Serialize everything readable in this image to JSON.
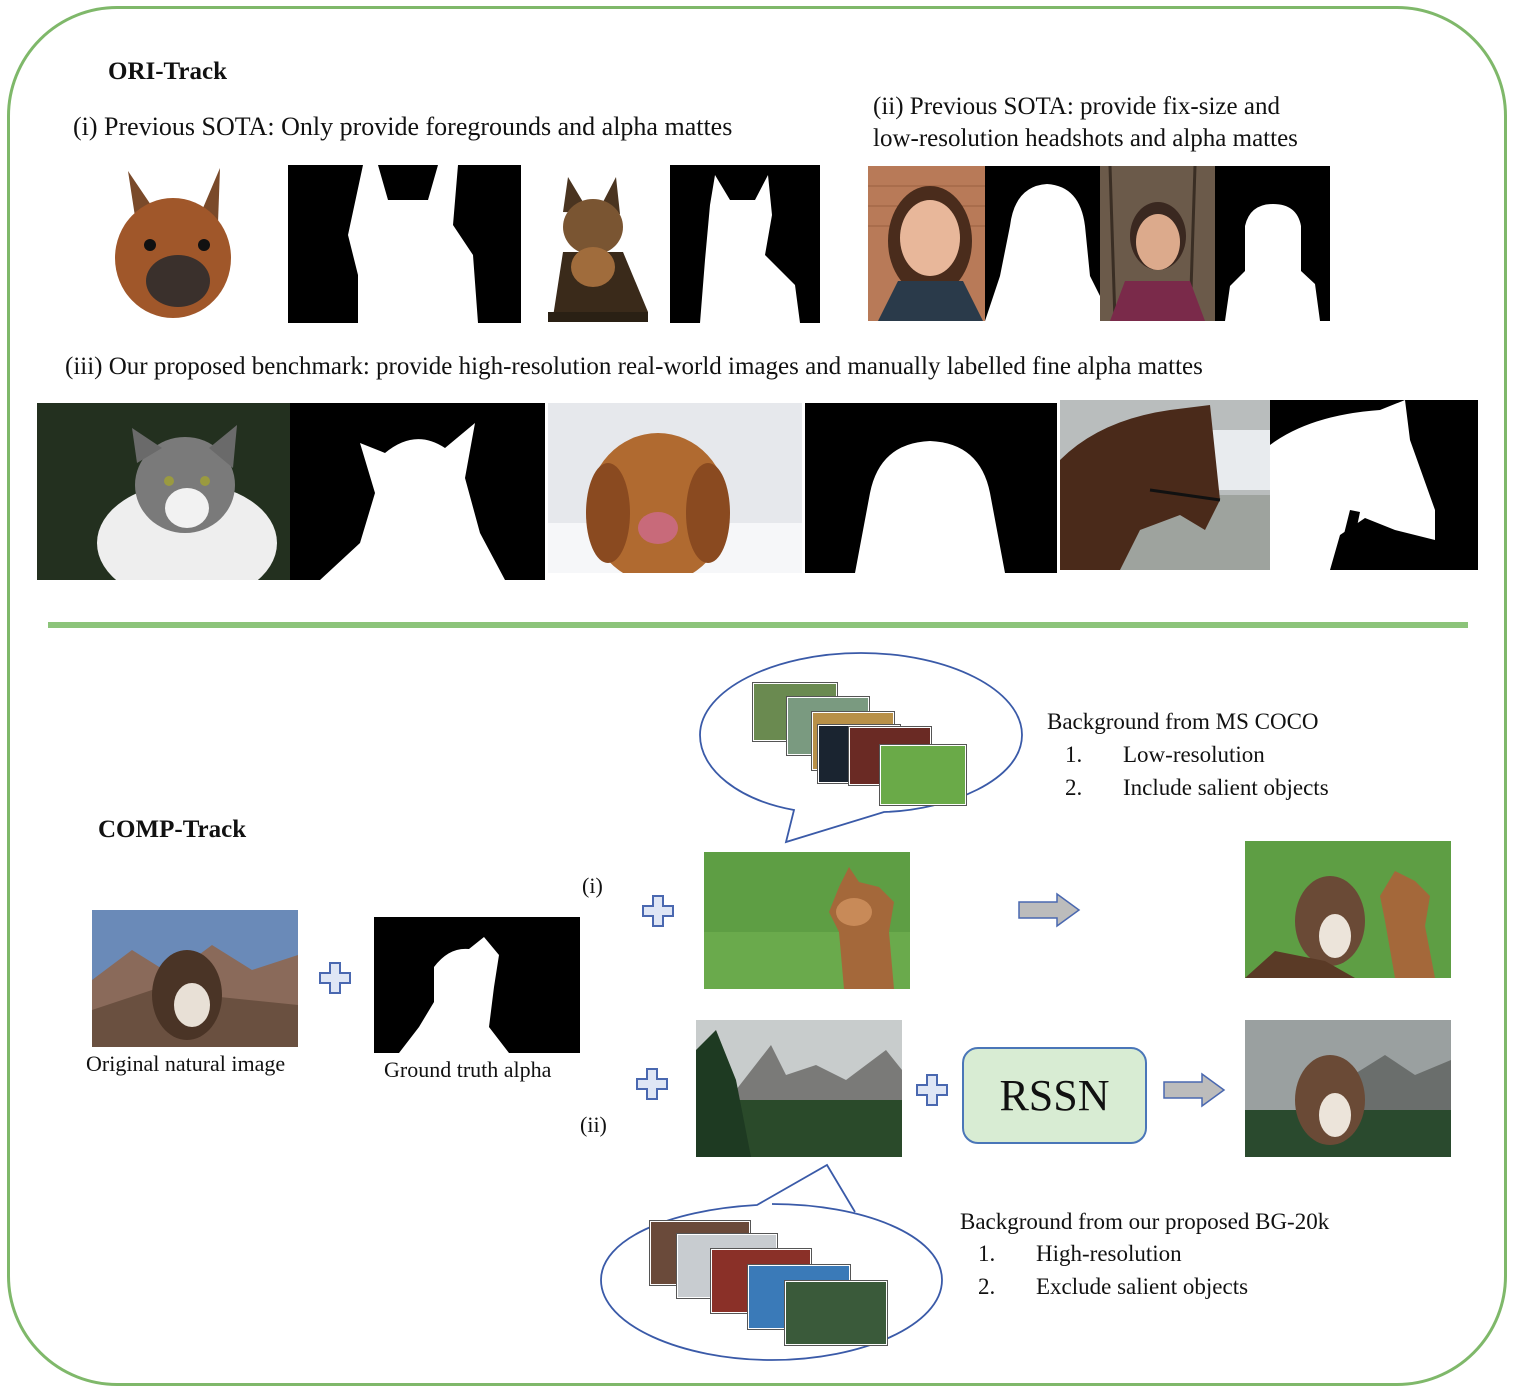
{
  "ori": {
    "title": "ORI-Track",
    "cap_i": "(i) Previous SOTA: Only provide foregrounds and alpha mattes",
    "cap_ii_line1": "(ii) Previous SOTA: provide fix-size and",
    "cap_ii_line2": "low-resolution headshots and alpha mattes",
    "cap_iii": "(iii) Our proposed benchmark: provide high-resolution real-world images and manually labelled fine alpha mattes"
  },
  "comp": {
    "title": "COMP-Track",
    "original_caption": "Original natural image",
    "alpha_caption": "Ground truth alpha",
    "label_i": "(i)",
    "label_ii": "(ii)",
    "rssn": "RSSN",
    "coco": {
      "heading": "Background from MS COCO",
      "items": [
        {
          "num": "1.",
          "text": "Low-resolution"
        },
        {
          "num": "2.",
          "text": "Include salient objects"
        }
      ]
    },
    "bg20k": {
      "heading": "Background from our proposed BG-20k",
      "items": [
        {
          "num": "1.",
          "text": "High-resolution"
        },
        {
          "num": "2.",
          "text": "Exclude salient objects"
        }
      ]
    }
  },
  "colors": {
    "frame": "#7fb86a",
    "divider": "#8cc47a",
    "rssn_fill": "#d8ecd3",
    "plus_fill": "#dfe6f5",
    "plus_stroke": "#4a68b0",
    "arrow_fill": "#bcbcbc"
  }
}
